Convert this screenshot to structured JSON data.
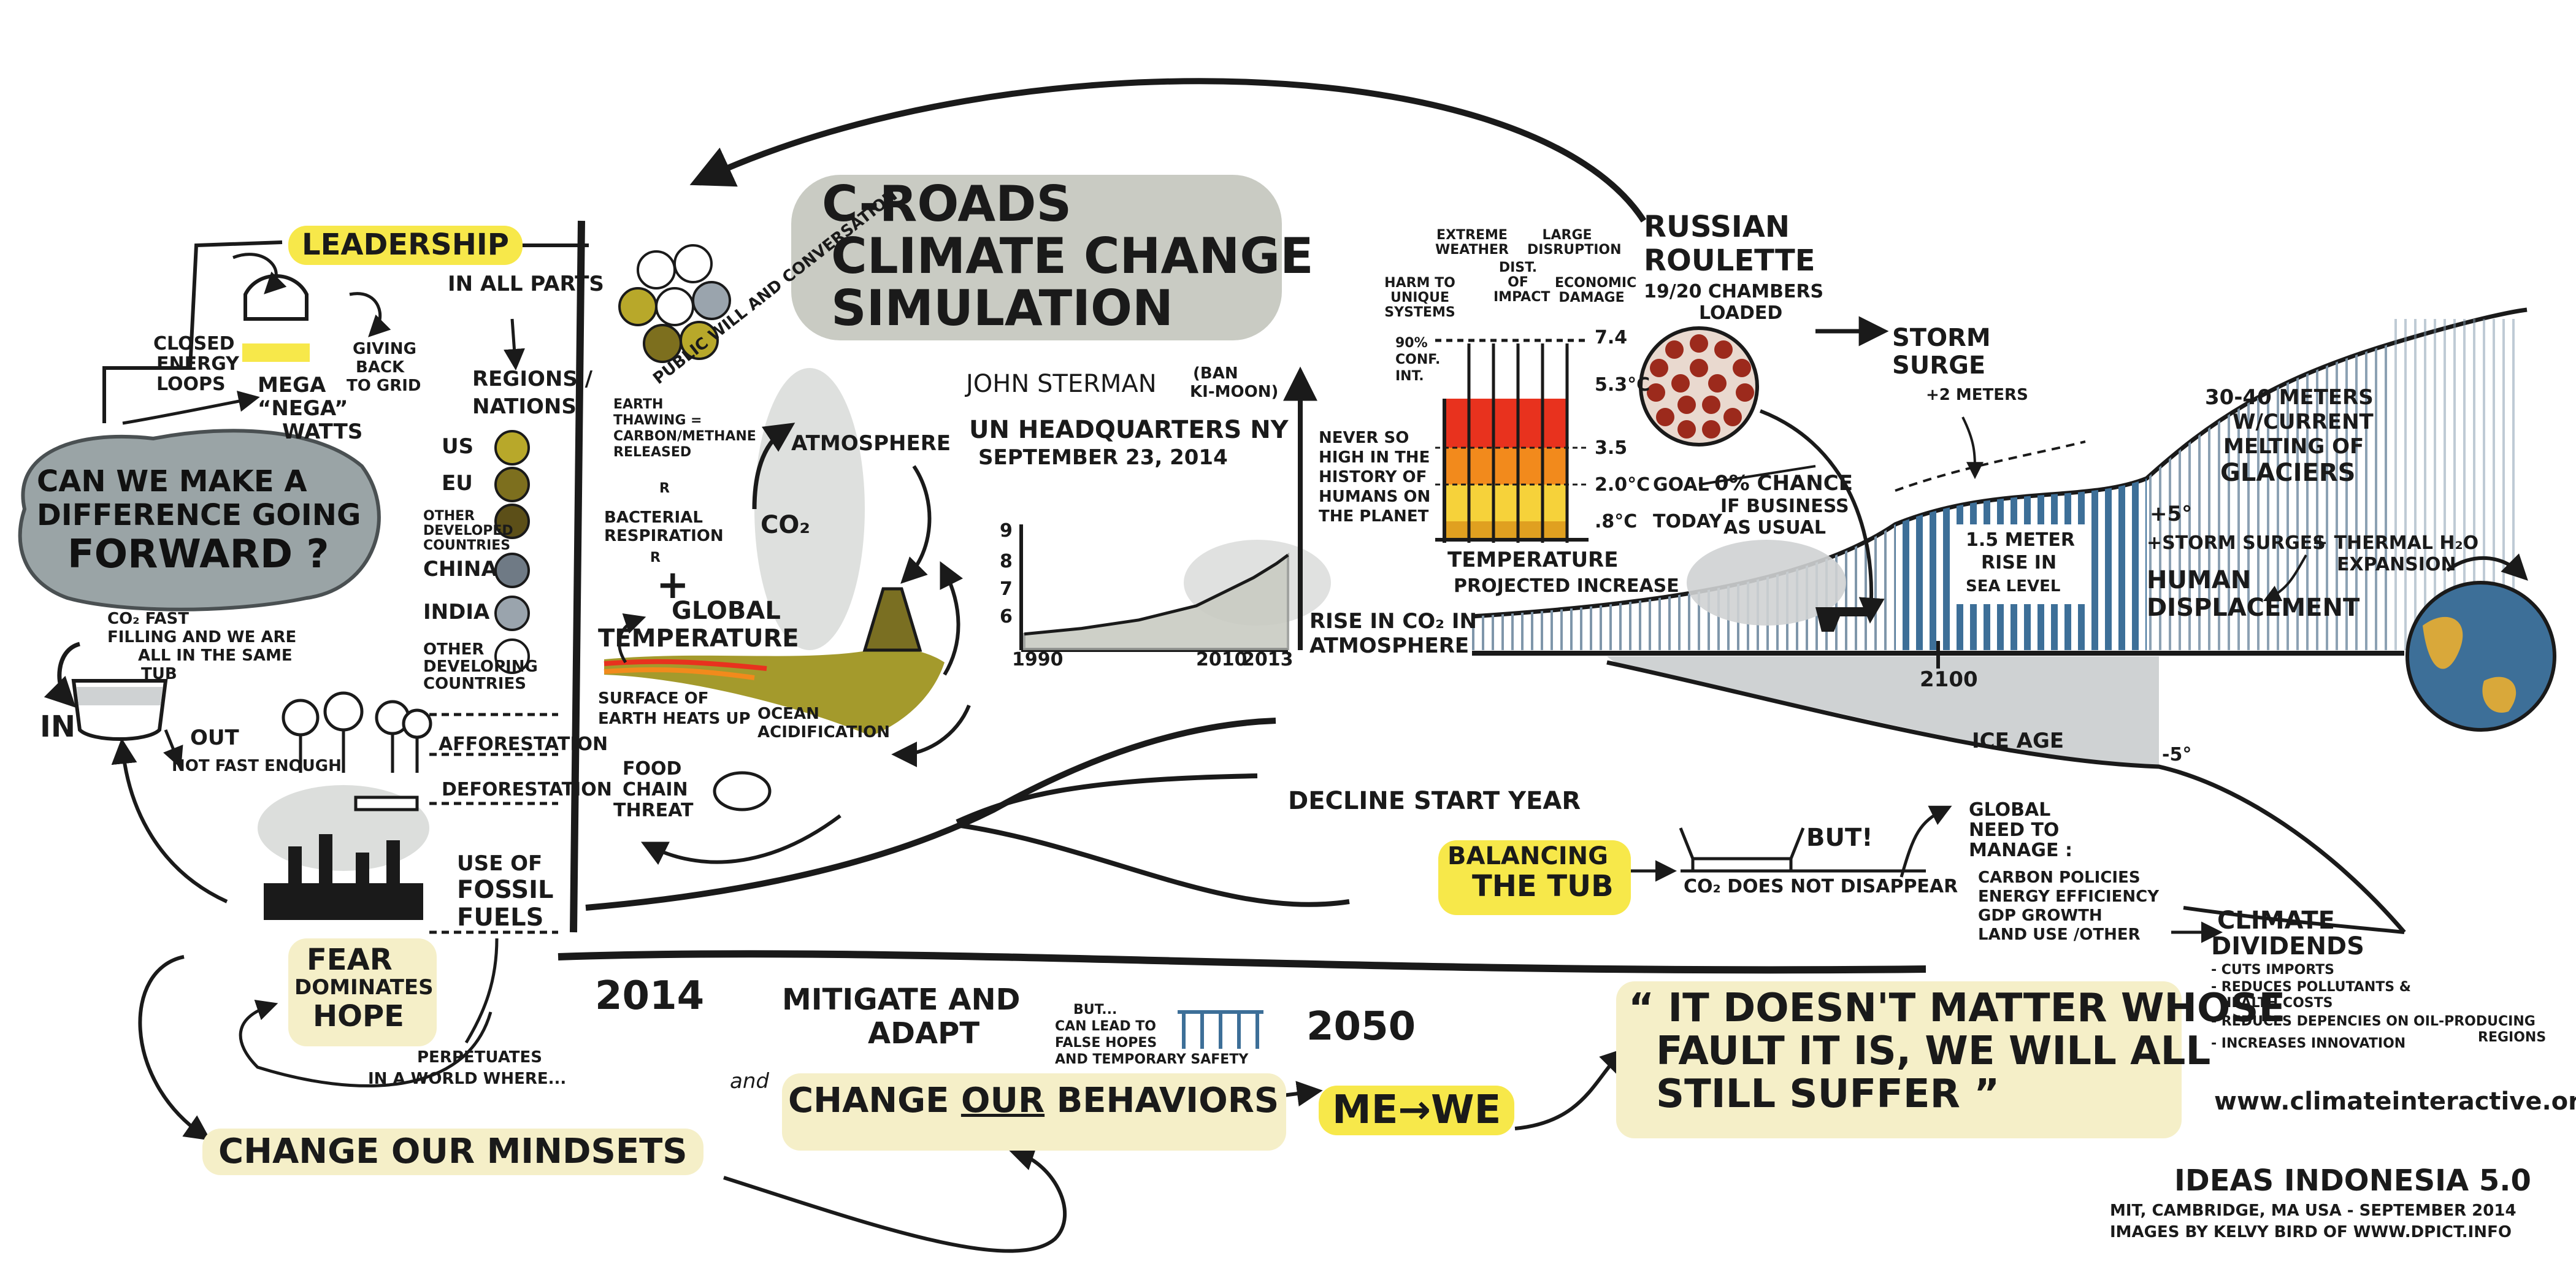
{
  "colors": {
    "ink": "#1a1a1a",
    "highlight_yellow": "#f7e84a",
    "cream": "#f5efc8",
    "cloud_grey": "#c9cbc3",
    "sea_blue": "#3d6f98",
    "fire_red": "#e8321e",
    "fire_orange": "#f28a1c",
    "fire_yellow": "#f6d23a",
    "olive": "#a49a2c",
    "ice_grey": "#cfd2d3"
  },
  "title": {
    "line1": "C-ROADS",
    "line2": "CLIMATE CHANGE",
    "line3": "SIMULATION"
  },
  "left": {
    "leadership": "LEADERSHIP",
    "closed_energy_loops": [
      "CLOSED",
      "ENERGY",
      "LOOPS"
    ],
    "giving_back": [
      "GIVING",
      "BACK",
      "TO GRID"
    ],
    "mega_nega": [
      "MEGA",
      "“NEGA”",
      "WATTS"
    ],
    "question": [
      "CAN WE MAKE a",
      "DIFFERENCE GOING",
      "FORWARD ?"
    ],
    "tub_note": [
      "CO₂ FAST",
      "FILLING and WE ARE",
      "ALL in THE SAME",
      "TUB"
    ],
    "in_label": "IN",
    "out_label": "OUT",
    "not_fast": "NOT FAST ENOUGH",
    "afforestation": "AFFORESTATION",
    "deforestation": "DEFORESTATION",
    "fossil": [
      "USE of",
      "FOSSIL",
      "FUELS"
    ],
    "fear": [
      "FEAR",
      "DOMINATES",
      "HOPE"
    ],
    "perpetuates": [
      "PERPETUATES",
      "in a  WORLD WHERE..."
    ],
    "change_mindsets": "CHANGE OUR MINDSETS"
  },
  "regions": {
    "in_all_parts": "in ALL PARTS",
    "heading": [
      "REGIONS /",
      "NATIONS"
    ],
    "items": [
      "US",
      "EU",
      "OTHER DEVELOPED COUNTRIES",
      "CHINA",
      "INDIA",
      "OTHER DEVELOPING COUNTRIES"
    ],
    "public_will": "PUBLIC WILL and CONVERSATION"
  },
  "cycle": {
    "earth_thawing": [
      "EARTH",
      "THAWING =",
      "CARBON/METHANE",
      "RELEASED"
    ],
    "bacterial": [
      "BACTERIAL",
      "RESPIRATION"
    ],
    "r1": "R",
    "r2": "R",
    "plus": "+",
    "global_temp": [
      "GLOBAL",
      "TEMPERATURE"
    ],
    "atmosphere": "ATMOSPHERE",
    "co2": "CO₂",
    "surface": [
      "SURFACE of",
      "EARTH HEATS UP"
    ],
    "ocean": [
      "OCEAN",
      "ACIDIFICATION"
    ],
    "food_chain": [
      "FOOD",
      "CHAIN",
      "THREAT"
    ]
  },
  "sterman": {
    "name": "JOHN STERMAN",
    "ban": [
      "(BAN",
      "KI-MOON)"
    ],
    "un": "UN HEADQUARTERS NY",
    "date": "SEPTEMBER 23, 2014",
    "never_so_high": [
      "NEVER SO",
      "HIGH in THE",
      "HISTORY of",
      "HUMANS on",
      "the PLANET"
    ],
    "rise_co2": [
      "RISE in CO₂ in",
      "ATMOSPHERE"
    ]
  },
  "chart_data": {
    "type": "area",
    "title": "",
    "xlabel": "",
    "ylabel": "",
    "x_ticks": [
      "1990",
      "2010",
      "2013"
    ],
    "y_ticks": [
      "6",
      "7",
      "8",
      "9"
    ],
    "x": [
      1990,
      1995,
      2000,
      2005,
      2008,
      2010,
      2012,
      2013
    ],
    "values": [
      6.2,
      6.4,
      6.7,
      7.2,
      7.8,
      8.2,
      8.7,
      9.0
    ]
  },
  "temperature": {
    "labels": [
      "HARM to UNIQUE SYSTEMS",
      "EXTREME WEATHER",
      "DIST. of IMPACT",
      "LARGE DISRUPTION",
      "ECONOMIC DAMAGE"
    ],
    "conf": [
      "90%",
      "CONF.",
      "INT."
    ],
    "levels": [
      "7.4",
      "5.3°c",
      "3.5",
      "2.0°c",
      ".8°c"
    ],
    "goal": "GOAL",
    "today": "TODAY",
    "zero_chance": [
      "0% CHANCE",
      "if BUSINESS",
      "as USUAL"
    ],
    "caption": [
      "TEMPERATURE",
      "PROJECTED INCREASE"
    ]
  },
  "roulette": {
    "title": [
      "RUSSIAN",
      "ROULETTE"
    ],
    "sub": [
      "19/20 CHAMBERS",
      "LOADED"
    ]
  },
  "sea": {
    "storm_surge": [
      "STORM",
      "SURGE"
    ],
    "plus2": "+2 METERS",
    "glaciers": [
      "30-40 METERS",
      "w/CURRENT",
      "MELTING of",
      "GLACIERS"
    ],
    "rise": [
      "1.5 METER",
      "RISE in",
      "SEA LEVEL"
    ],
    "plus5": "+5°",
    "storm_surges": "+STORM SURGES",
    "thermal": [
      "+ THERMAL H₂O",
      "EXPANSION"
    ],
    "human": [
      "HUMAN",
      "DISPLACEMENT"
    ],
    "year": "2100",
    "ice_age": "ICE AGE",
    "minus5": "-5°"
  },
  "bottom": {
    "decline": "DECLINE START YEAR",
    "balancing": [
      "BALANCING",
      "the TUB"
    ],
    "but": "BUT!",
    "co2_not": "CO₂ DOES NOT DISAPPEAR",
    "global_need": [
      "GLOBAL",
      "NEED to",
      "MANAGE :"
    ],
    "manage_items": [
      "CARBON POLICIES",
      "ENERGY EFFICIENCY",
      "GDP GROWTH",
      "LAND USE /OTHER"
    ],
    "dividends": [
      "CLIMATE",
      "DIVIDENDS"
    ],
    "dividend_items": [
      "- CUTS IMPORTS",
      "- REDUCES POLLUTANTS &",
      "  HEALTH COSTS",
      "- REDUCES DEPENCIES on OIL-PRODUCING",
      "  REGIONS",
      "- INCREASES INNOVATION"
    ],
    "y2014": "2014",
    "mitigate": [
      "MITIGATE and",
      "ADAPT"
    ],
    "but_can": [
      "BUT...",
      "CAN LEAD to",
      "FALSE HOPES",
      "and TEMPORARY SAFETY"
    ],
    "y2050": "2050",
    "and": "and",
    "change_pre": "CHANGE ",
    "change_our": "OUR",
    "change_post": " BEHAVIORS",
    "me_we": "ME→WE",
    "quote": [
      "“ IT DOESN'T MATTER WHOSE",
      "FAULT IT IS, WE WILL ALL",
      "STILL SUFFER ”"
    ],
    "url": "www.climateinteractive.org",
    "footer1": "IDEAS INDONESIA 5.0",
    "footer2": "MIT, CAMBRIDGE, MA USA - SEPTEMBER 2014",
    "footer3": "IMAGES BY KELVY BIRD OF WWW.DPICT.INFO"
  }
}
